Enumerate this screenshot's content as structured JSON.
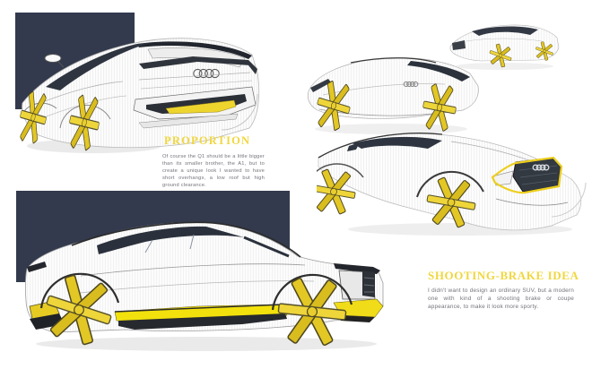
{
  "colors": {
    "panel_navy": "#333a4d",
    "heading_yellow": "#f0d73f",
    "wheel_yellow": "#e3c724",
    "sill_yellow": "#f2e10c",
    "body_text_gray": "#75727b",
    "page_background": "#ffffff"
  },
  "sections": {
    "proportion": {
      "heading": "PROPORTION",
      "body": "Of course the Q1 should be a little bigger than its smaller brother, the A1, but to create a unique look I wanted to have short overhangs, a low roof but high ground clearance."
    },
    "shooting_brake": {
      "heading": "SHOOTING-BRAKE IDEA",
      "body": "I didn't want to design an ordinary SUV, but a modern one with kind of a shooting brake or coupe appearance, to make it look more sporty."
    }
  },
  "sketches": [
    {
      "name": "rear-three-quarter-sketch"
    },
    {
      "name": "rear-side-sketch"
    },
    {
      "name": "mini-front-three-quarter-sketch"
    },
    {
      "name": "front-three-quarter-sketch"
    },
    {
      "name": "side-profile-sketch"
    }
  ]
}
